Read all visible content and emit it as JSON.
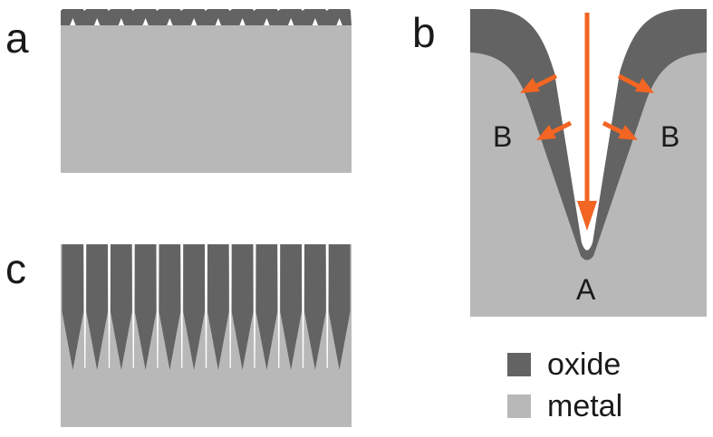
{
  "panels": {
    "a": {
      "label": "a"
    },
    "b": {
      "label": "b",
      "point_a": "A",
      "point_b_left": "B",
      "point_b_right": "B"
    },
    "c": {
      "label": "c"
    }
  },
  "legend": {
    "oxide": {
      "label": "oxide",
      "color": "#636363"
    },
    "metal": {
      "label": "metal",
      "color": "#b8b8b8"
    }
  },
  "colors": {
    "oxide": "#636363",
    "metal": "#b8b8b8",
    "arrow": "#f26522",
    "background": "#ffffff"
  }
}
